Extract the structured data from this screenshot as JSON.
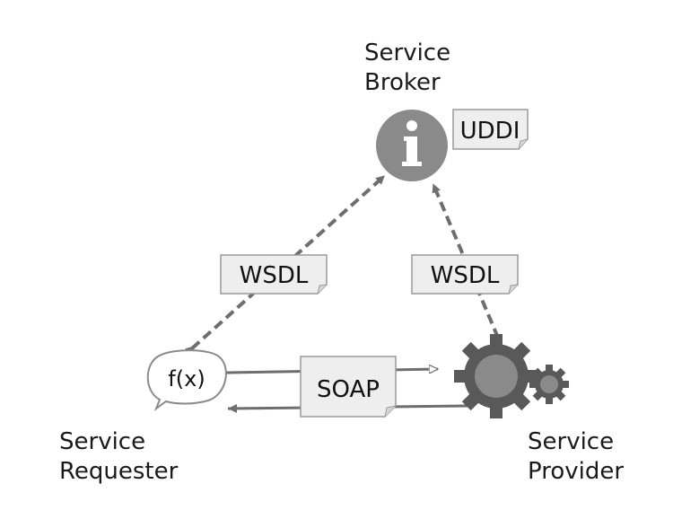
{
  "nodes": {
    "broker": {
      "line1": "Service",
      "line2": "Broker",
      "badge": "UDDI"
    },
    "requester": {
      "line1": "Service",
      "line2": "Requester",
      "bubble": "f(x)"
    },
    "provider": {
      "line1": "Service",
      "line2": "Provider"
    }
  },
  "links": {
    "requester_broker": "WSDL",
    "provider_broker": "WSDL",
    "requester_provider": "SOAP"
  },
  "colors": {
    "arrow": "#6e6e6e",
    "doc_fill": "#eeeeee",
    "node_gray": "#8a8a8a",
    "gear_dark": "#595959"
  }
}
